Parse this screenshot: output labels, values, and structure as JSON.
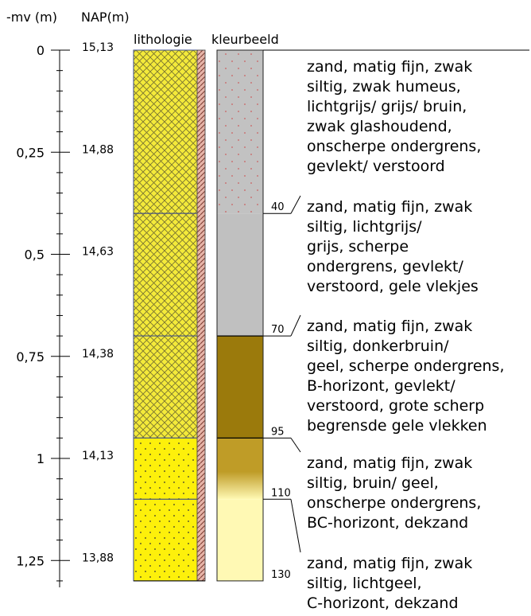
{
  "headers": {
    "depth": "-mv (m)",
    "nap": "NAP(m)",
    "lithology": "lithologie",
    "color_image": "kleurbeeld"
  },
  "depth_ticks": [
    {
      "depth_m": 0.0,
      "mv_label": "0",
      "nap_label": "15,13"
    },
    {
      "depth_m": 0.25,
      "mv_label": "0,25",
      "nap_label": "14,88"
    },
    {
      "depth_m": 0.5,
      "mv_label": "0,5",
      "nap_label": "14,63"
    },
    {
      "depth_m": 0.75,
      "mv_label": "0,75",
      "nap_label": "14,38"
    },
    {
      "depth_m": 1.0,
      "mv_label": "1",
      "nap_label": "14,13"
    },
    {
      "depth_m": 1.25,
      "mv_label": "1,25",
      "nap_label": "13,88"
    }
  ],
  "layers": [
    {
      "top_cm": 0,
      "bottom_cm": 40,
      "boundary_label": "40",
      "lithology_pattern": "cross-hatch",
      "lithology_color": "#f4ea3a",
      "color": "#c2c2c2",
      "speckle": "#c47a7a",
      "description": [
        "zand, matig fijn, zwak",
        "siltig, zwak humeus,",
        "lichtgrijs/ grijs/ bruin,",
        "zwak glashoudend,",
        "onscherpe ondergrens,",
        "gevlekt/ verstoord"
      ]
    },
    {
      "top_cm": 40,
      "bottom_cm": 70,
      "boundary_label": "70",
      "lithology_pattern": "cross-hatch",
      "lithology_color": "#f4ea3a",
      "color": "#c0c0c0",
      "description": [
        "zand, matig fijn, zwak",
        "siltig, lichtgrijs/",
        "grijs, scherpe",
        "ondergrens, gevlekt/",
        "verstoord, gele vlekjes"
      ]
    },
    {
      "top_cm": 70,
      "bottom_cm": 95,
      "boundary_label": "95",
      "lithology_pattern": "cross-hatch",
      "lithology_color": "#f4ea3a",
      "color": "#9b7a0c",
      "description": [
        "zand, matig fijn, zwak",
        "siltig, donkerbruin/",
        "geel, scherpe ondergrens,",
        "B-horizont, gevlekt/",
        "verstoord, grote scherp",
        "begrensde gele vlekken"
      ]
    },
    {
      "top_cm": 95,
      "bottom_cm": 110,
      "boundary_label": "110",
      "lithology_pattern": "dots",
      "lithology_color": "#fdf00b",
      "color": "#bf9c27",
      "description": [
        "zand, matig fijn, zwak",
        "siltig, bruin/ geel,",
        "onscherpe ondergrens,",
        "BC-horizont, dekzand"
      ]
    },
    {
      "top_cm": 110,
      "bottom_cm": 130,
      "boundary_label": "130",
      "lithology_pattern": "dots",
      "lithology_color": "#fdf00b",
      "color": "#fff9b4",
      "description": [
        "zand, matig fijn, zwak",
        "siltig, lichtgeel,",
        "C-horizont, dekzand"
      ]
    }
  ]
}
